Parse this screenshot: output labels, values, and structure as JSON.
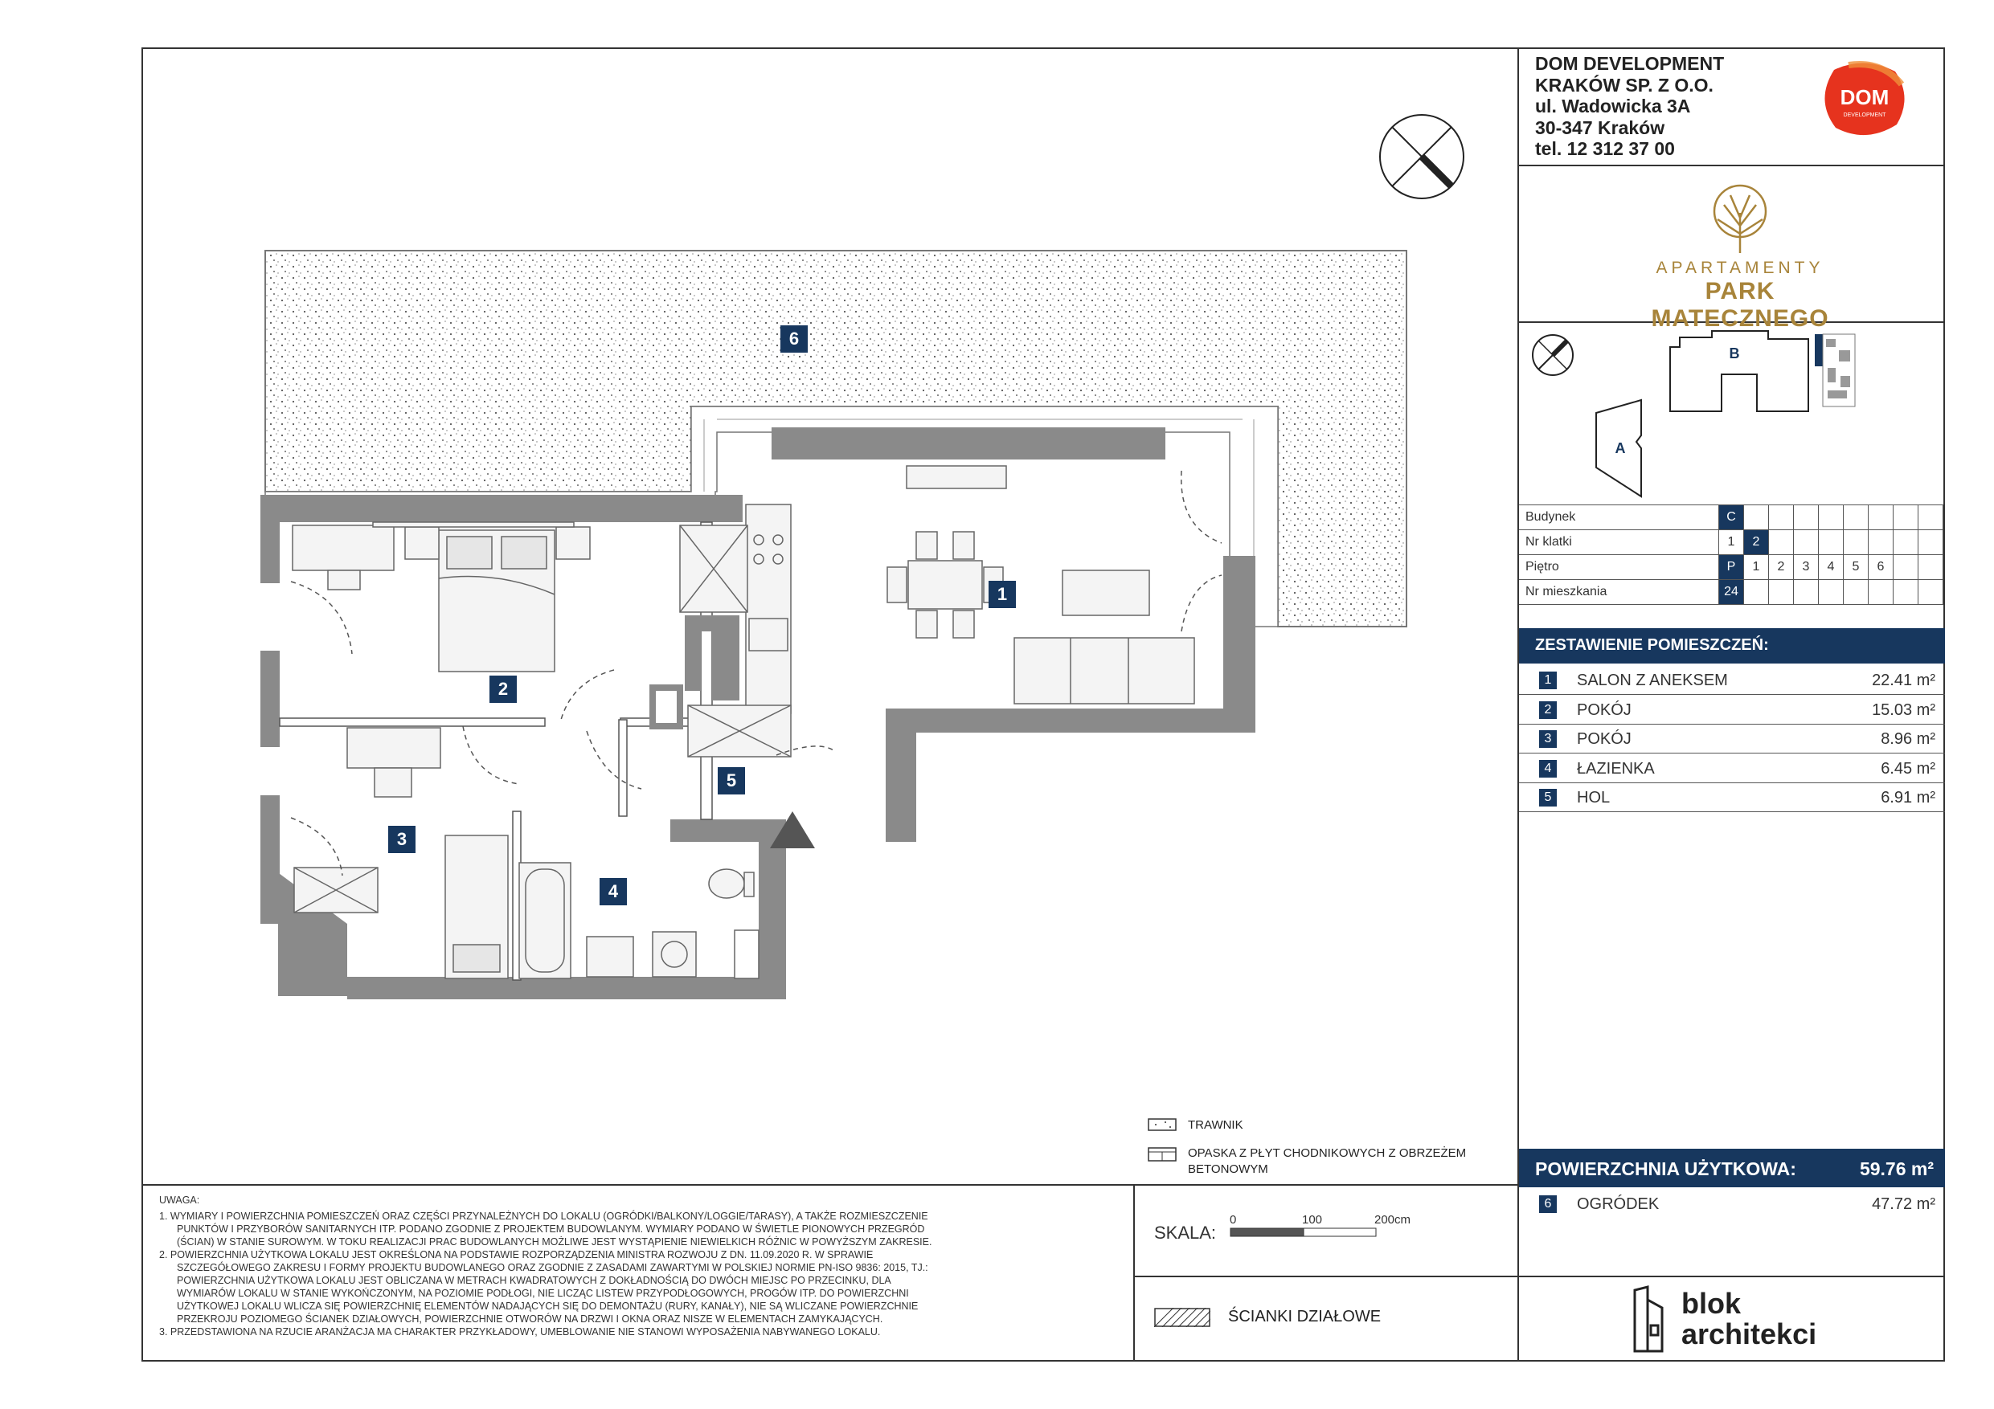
{
  "company": {
    "name1": "DOM DEVELOPMENT",
    "name2": "KRAKÓW SP. Z O.O.",
    "street": "ul. Wadowicka 3A",
    "city": "30-347 Kraków",
    "phone": "tel. 12 312 37 00"
  },
  "dom_logo": {
    "line1": "DOM",
    "line2": "DEVELOPMENT",
    "color": "#e6331e"
  },
  "project_logo": {
    "line1": "APARTAMENTY",
    "line2": "PARK MATECZNEGO",
    "color": "#a8843a"
  },
  "site_plan": {
    "building_a": "A",
    "building_b": "B"
  },
  "info_table": {
    "rows": [
      {
        "label": "Budynek",
        "cells": [
          "C",
          "",
          "",
          "",
          "",
          "",
          "",
          "",
          ""
        ],
        "highlight": 0
      },
      {
        "label": "Nr klatki",
        "cells": [
          "1",
          "2",
          "",
          "",
          "",
          "",
          "",
          "",
          ""
        ],
        "highlight": 1
      },
      {
        "label": "Piętro",
        "cells": [
          "P",
          "1",
          "2",
          "3",
          "4",
          "5",
          "6",
          "",
          ""
        ],
        "highlight": 0
      },
      {
        "label": "Nr mieszkania",
        "cells": [
          "24",
          "",
          "",
          "",
          "",
          "",
          "",
          "",
          ""
        ],
        "highlight": 0
      }
    ]
  },
  "rooms_header": "ZESTAWIENIE POMIESZCZEŃ:",
  "rooms": [
    {
      "num": "1",
      "name": "SALON Z ANEKSEM",
      "area": "22.41 m²"
    },
    {
      "num": "2",
      "name": "POKÓJ",
      "area": "15.03 m²"
    },
    {
      "num": "3",
      "name": "POKÓJ",
      "area": "8.96 m²"
    },
    {
      "num": "4",
      "name": "ŁAZIENKA",
      "area": "6.45 m²"
    },
    {
      "num": "5",
      "name": "HOL",
      "area": "6.91 m²"
    }
  ],
  "total": {
    "label": "POWIERZCHNIA UŻYTKOWA:",
    "value": "59.76 m²"
  },
  "garden": {
    "num": "6",
    "name": "OGRÓDEK",
    "area": "47.72 m²"
  },
  "plan_tags": [
    "1",
    "2",
    "3",
    "4",
    "5",
    "6"
  ],
  "legend": {
    "lawn": "TRAWNIK",
    "paving_1": "OPASKA Z PŁYT CHODNIKOWYCH Z OBRZEŻEM",
    "paving_2": "BETONOWYM",
    "walls": "ŚCIANKI DZIAŁOWE"
  },
  "scale": {
    "label": "SKALA:",
    "t0": "0",
    "t1": "100",
    "t2": "200cm"
  },
  "notes": {
    "title": "UWAGA:",
    "lines": [
      "1. WYMIARY I POWIERZCHNIA POMIESZCZEŃ ORAZ CZĘŚCI PRZYNALEŻNYCH DO LOKALU (OGRÓDKI/BALKONY/LOGGIE/TARASY), A TAKŻE ROZMIESZCZENIE",
      "PUNKTÓW I PRZYBORÓW SANITARNYCH ITP. PODANO ZGODNIE Z PROJEKTEM BUDOWLANYM. WYMIARY PODANO W ŚWIETLE PIONOWYCH PRZEGRÓD",
      "(ŚCIAN) W STANIE SUROWYM. W TOKU REALIZACJI PRAC BUDOWLANYCH MOŻLIWE JEST WYSTĄPIENIE NIEWIELKICH RÓŻNIC W POWYŻSZYM ZAKRESIE.",
      "2. POWIERZCHNIA UŻYTKOWA LOKALU JEST OKREŚLONA NA PODSTAWIE ROZPORZĄDZENIA MINISTRA ROZWOJU Z DN. 11.09.2020 R. W SPRAWIE",
      "SZCZEGÓŁOWEGO ZAKRESU I FORMY PROJEKTU BUDOWLANEGO ORAZ ZGODNIE Z ZASADAMI ZAWARTYMI W POLSKIEJ NORMIE PN-ISO 9836: 2015, TJ.:",
      "POWIERZCHNIA UŻYTKOWA LOKALU JEST OBLICZANA W METRACH KWADRATOWYCH Z DOKŁADNOŚCIĄ DO DWÓCH MIEJSC PO PRZECINKU, DLA",
      "WYMIARÓW LOKALU W STANIE WYKOŃCZONYM, NA POZIOMIE PODŁOGI, NIE LICZĄC LISTEW PRZYPODŁOGOWYCH, PROGÓW ITP. DO POWIERZCHNI",
      "UŻYTKOWEJ LOKALU WLICZA SIĘ POWIERZCHNIĘ ELEMENTÓW NADAJĄCYCH SIĘ DO DEMONTAŻU (RURY, KANAŁY), NIE SĄ WLICZANE POWIERZCHNIE",
      "PRZEKROJU POZIOMEGO ŚCIANEK DZIAŁOWYCH, POWIERZCHNIE OTWORÓW NA DRZWI I OKNA ORAZ NISZE W ELEMENTACH ZAMYKAJĄCYCH.",
      "3. PRZEDSTAWIONA NA RZUCIE ARANŻACJA MA CHARAKTER PRZYKŁADOWY, UMEBLOWANIE NIE STANOWI WYPOSAŻENIA NABYWANEGO LOKALU."
    ]
  },
  "architect": {
    "line1": "blok",
    "line2": "architekci"
  },
  "colors": {
    "navy": "#17375e",
    "wall": "#8a8a8a"
  }
}
